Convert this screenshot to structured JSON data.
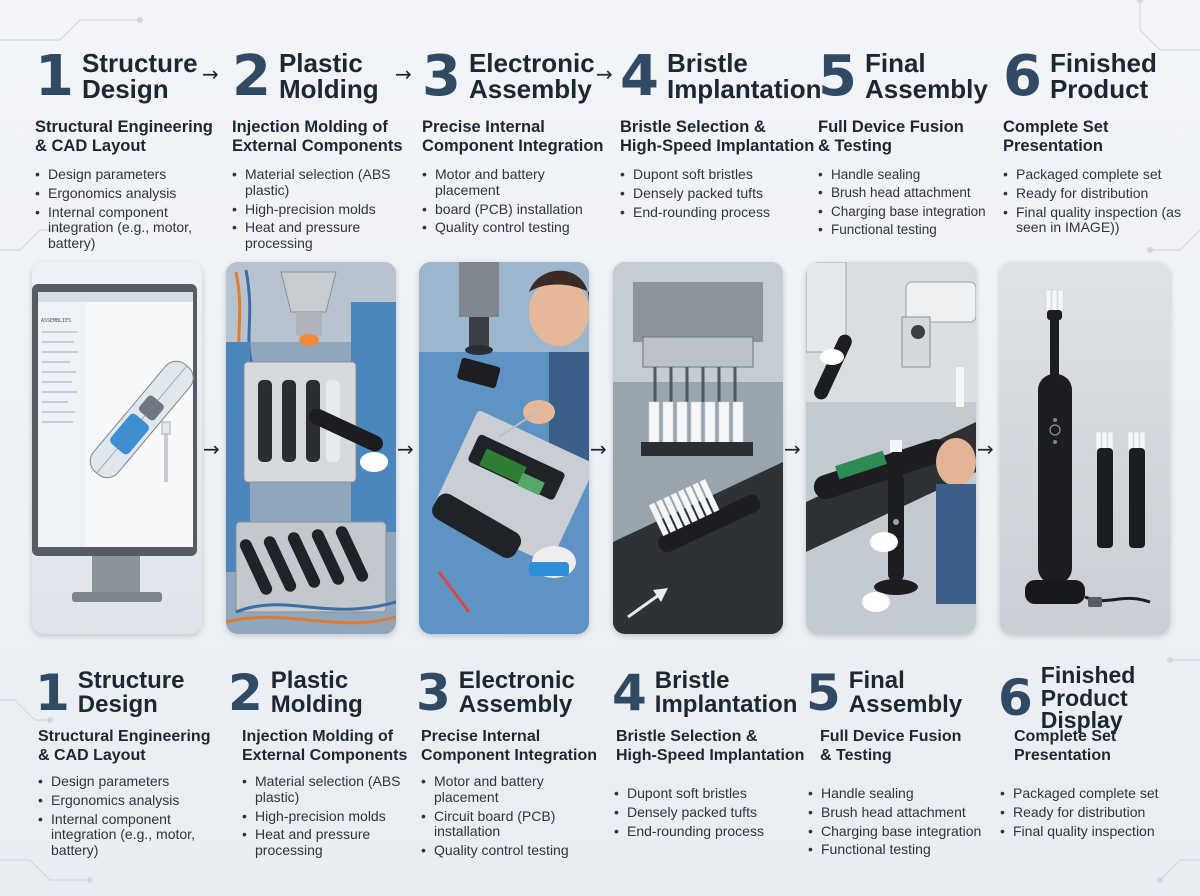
{
  "arrow_glyph": "→",
  "steps": [
    {
      "number": "1",
      "title": "Structure\nDesign",
      "subtitle": "Structural Engineering\n& CAD Layout",
      "bullets": [
        "Design parameters",
        "Ergonomics analysis",
        "Internal component integration (e.g., motor, battery)"
      ],
      "bottom_title": "Structure\nDesign",
      "bottom_subtitle": "Structural Engineering\n& CAD Layout",
      "bottom_bullets": [
        "Design parameters",
        "Ergonomics analysis",
        "Internal component integration (e.g., motor, battery)"
      ]
    },
    {
      "number": "2",
      "title": "Plastic\nMolding",
      "subtitle": "Injection Molding of\nExternal Components",
      "bullets": [
        "Material selection (ABS plastic)",
        "High-precision molds",
        "Heat and pressure processing"
      ],
      "bottom_title": "Plastic\nMolding",
      "bottom_subtitle": "Injection Molding of\nExternal Components",
      "bottom_bullets": [
        "Material selection (ABS plastic)",
        "High-precision molds",
        "Heat and pressure processing"
      ]
    },
    {
      "number": "3",
      "title": "Electronic\nAssembly",
      "subtitle": "Precise Internal\nComponent Integration",
      "bullets": [
        "Motor and battery placement",
        "board (PCB) installation",
        "Quality control testing"
      ],
      "bottom_title": "Electronic\nAssembly",
      "bottom_subtitle": "Precise Internal\nComponent Integration",
      "bottom_bullets": [
        "Motor and battery placement",
        "Circuit board (PCB) installation",
        "Quality control testing"
      ]
    },
    {
      "number": "4",
      "title": "Bristle\nImplantation",
      "subtitle": "Bristle Selection &\nHigh-Speed Implantation",
      "bullets": [
        "Dupont soft bristles",
        "Densely packed tufts",
        "End-rounding process"
      ],
      "bottom_title": "Bristle\nImplantation",
      "bottom_subtitle": "Bristle Selection &\nHigh-Speed Implantation",
      "bottom_bullets": [
        "Dupont soft bristles",
        "Densely packed tufts",
        "End-rounding process"
      ]
    },
    {
      "number": "5",
      "title": "Final\nAssembly",
      "subtitle": "Full Device Fusion\n& Testing",
      "bullets": [
        "Handle sealing",
        "Brush head attachment",
        "Charging base integration",
        "Functional testing"
      ],
      "bottom_title": "Final\nAssembly",
      "bottom_subtitle": "Full Device Fusion\n& Testing",
      "bottom_bullets": [
        "Handle sealing",
        "Brush head attachment",
        "Charging base integration",
        "Functional testing"
      ]
    },
    {
      "number": "6",
      "title": "Finished\nProduct",
      "subtitle": "Complete Set\nPresentation",
      "bullets": [
        "Packaged complete set",
        "Ready for distribution",
        "Final quality inspection (as seen in IMAGE))"
      ],
      "bottom_title": "Finished\nProduct Display",
      "bottom_subtitle": "Complete Set\nPresentation",
      "bottom_bullets": [
        "Packaged complete set",
        "Ready for distribution",
        "Final quality inspection"
      ]
    }
  ],
  "cad_sidebar_label": "ASSEMBLIES",
  "colors": {
    "number": "#314a63",
    "text": "#1c2733",
    "machine_blue": "#4d86bd",
    "bench_blue": "#5f93c4",
    "product_black": "#1b1d21",
    "bristle_white": "#f4f6f8"
  }
}
